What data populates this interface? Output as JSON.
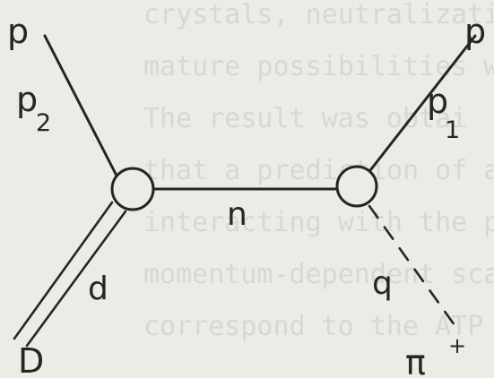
{
  "diagram": {
    "labels": {
      "top_left_particle": "p",
      "top_right_particle": "p",
      "left_momentum": "p",
      "left_momentum_sub": "2",
      "right_momentum": "p",
      "right_momentum_sub": "1",
      "internal_line": "n",
      "deuteron_line": "d",
      "bottom_left_particle": "D",
      "pion_line": "q",
      "pion_particle": "π",
      "pion_charge": "+"
    },
    "colors": {
      "ink": "#26261f",
      "paper": "#ecebe6",
      "bleed_text": "#d8d7d0"
    },
    "bleed_through_lines": [
      "crystals, neutralization p",
      "mature possibilities with t",
      "The result was obtai",
      "that a prediction of a",
      "interacting with the prod",
      "momentum-dependent scattering",
      "correspond to the ATP"
    ]
  }
}
